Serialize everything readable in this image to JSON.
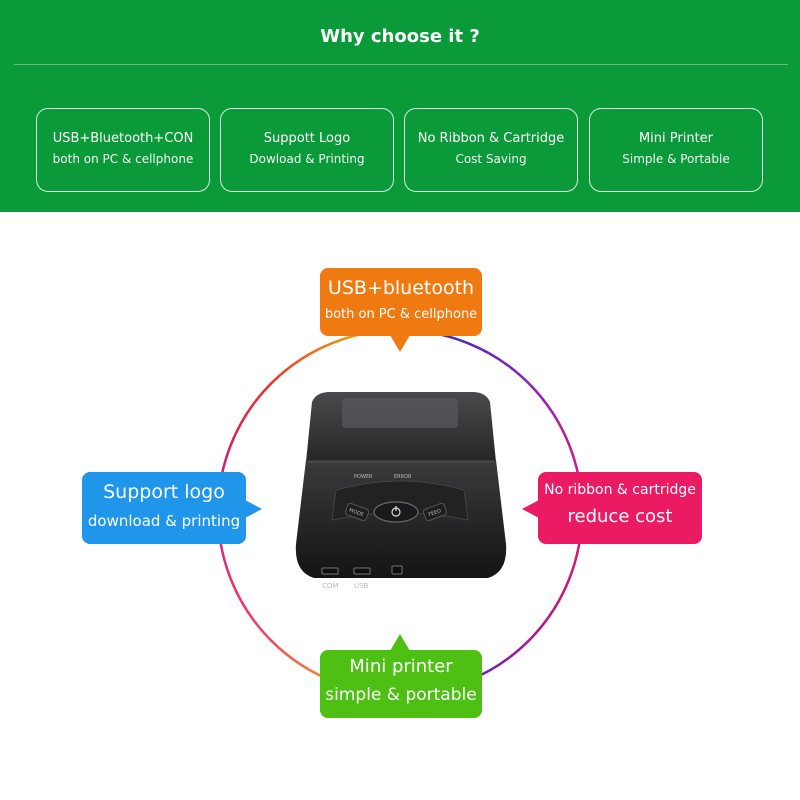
{
  "banner": {
    "title": "Why choose it ?",
    "features": [
      {
        "title": "USB+Bluetooth+CON",
        "subtitle": "both on PC & cellphone"
      },
      {
        "title": "Suppott Logo",
        "subtitle": "Dowload & Printing"
      },
      {
        "title": "No Ribbon & Cartridge",
        "subtitle": "Cost Saving"
      },
      {
        "title": "Mini Printer",
        "subtitle": "Simple & Portable"
      }
    ]
  },
  "callouts": {
    "top": {
      "title": "USB+bluetooth",
      "subtitle": "both on PC & cellphone",
      "color": "#f07a12"
    },
    "left": {
      "title": "Support logo",
      "subtitle": "download & printing",
      "color": "#1f96ea"
    },
    "right": {
      "title": "No ribbon & cartridge",
      "subtitle": "reduce cost",
      "color": "#ea1b63"
    },
    "bottom": {
      "title": "Mini printer",
      "subtitle": "simple & portable",
      "color": "#4ec014"
    }
  },
  "printer": {
    "power_label": "POWER",
    "error_label": "ERROR",
    "mode_label": "MODE",
    "feed_label": "FEED",
    "port_labels": [
      "COM",
      "USB"
    ]
  },
  "colors": {
    "banner_bg": "#0b9a3a"
  }
}
